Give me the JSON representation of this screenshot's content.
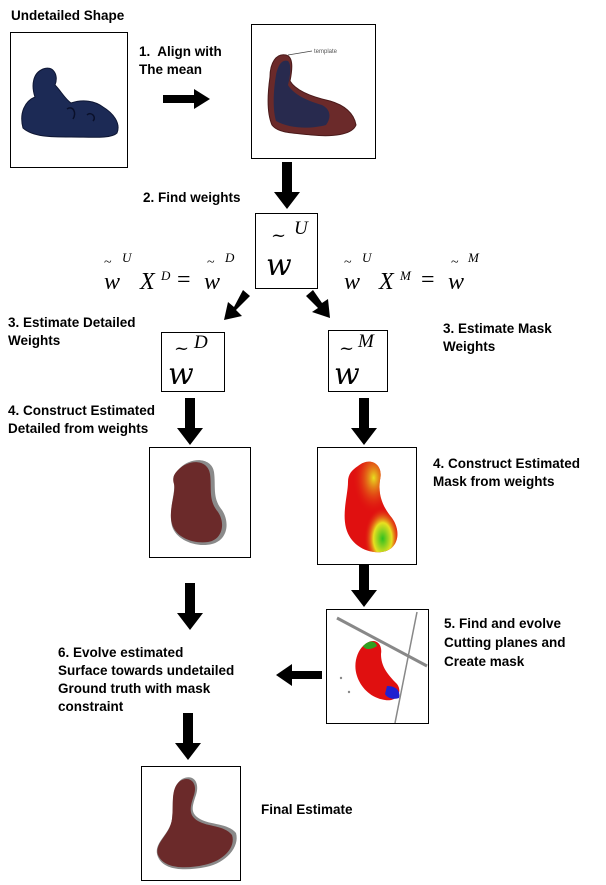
{
  "steps": {
    "undetailed_shape": "Undetailed Shape",
    "align_1": "1.  Align with",
    "align_2": "The mean",
    "template_label": "template",
    "find_weights": "2. Find weights",
    "est_detailed_1": "3. Estimate Detailed",
    "est_detailed_2": "Weights",
    "est_mask_1": "3. Estimate Mask",
    "est_mask_2": "Weights",
    "construct_detailed_1": "4. Construct Estimated",
    "construct_detailed_2": "Detailed from weights",
    "construct_mask_1": "4. Construct Estimated",
    "construct_mask_2": "Mask from weights",
    "cutting_1": "5. Find and evolve",
    "cutting_2": "Cutting planes and",
    "cutting_3": "Create mask",
    "evolve_1": "6. Evolve estimated",
    "evolve_2": "Surface towards undetailed",
    "evolve_3": "Ground truth with mask",
    "evolve_4": "constraint",
    "final": "Final Estimate"
  },
  "math": {
    "w": "w",
    "tilde": "~",
    "sup_U": "U",
    "sup_D": "D",
    "sup_M": "M",
    "eq_left": {
      "X": "X",
      "Xsup": "D",
      "equals": "="
    },
    "eq_right": {
      "X": "X",
      "Xsup": "M",
      "equals": "="
    }
  },
  "colors": {
    "shape_blue": "#1c2a55",
    "shape_maroon": "#6b2a2a",
    "mask_red": "#e01010",
    "mask_yellow": "#e8e020",
    "mask_green": "#30c020",
    "mask_blue": "#2020d0",
    "shadow_gray": "#8a8a8a"
  }
}
